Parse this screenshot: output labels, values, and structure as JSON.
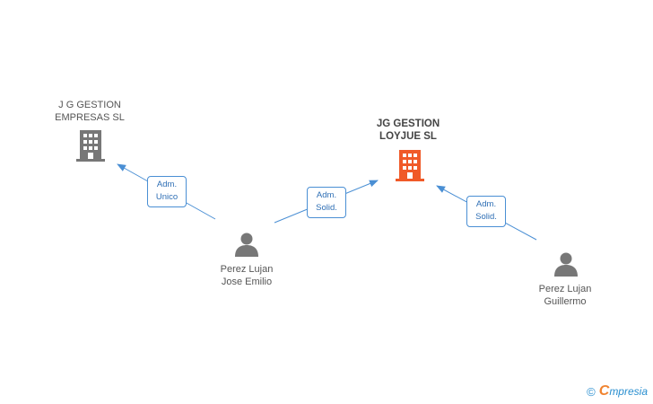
{
  "nodes": {
    "company_jg_gestion_empresas": {
      "label": "J G GESTION\nEMPRESAS  SL",
      "icon": "building-icon",
      "color": "#777777"
    },
    "company_jg_gestion_loyjue": {
      "label": "JG GESTION\nLOYJUE SL",
      "icon": "building-icon",
      "color": "#f05a28"
    },
    "person_jose_emilio": {
      "label": "Perez Lujan\nJose Emilio",
      "icon": "person-icon",
      "color": "#777777"
    },
    "person_guillermo": {
      "label": "Perez Lujan\nGuillermo",
      "icon": "person-icon",
      "color": "#777777"
    }
  },
  "edges": [
    {
      "line1": "Adm.",
      "line2": "Unico"
    },
    {
      "line1": "Adm.",
      "line2": "Solid."
    },
    {
      "line1": "Adm.",
      "line2": "Solid."
    }
  ],
  "footer": {
    "copyright": "©",
    "brand_first": "C",
    "brand_rest": "mpresia"
  },
  "colors": {
    "edge": "#4a8fd4",
    "highlight": "#f05a28",
    "neutral": "#777777"
  }
}
